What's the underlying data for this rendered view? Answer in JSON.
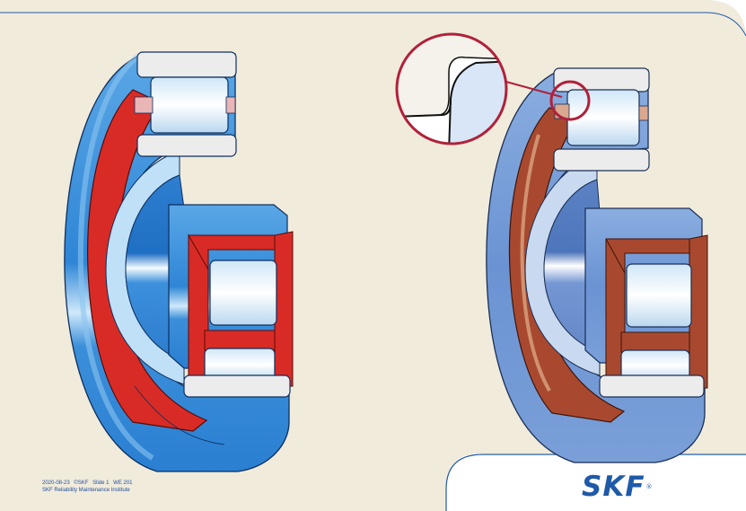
{
  "slide": {
    "background_color": "#f1ebdc",
    "accent_color": "#1f5aa8",
    "footer": {
      "date": "2020-08-23",
      "copyright": "©SKF",
      "slide_label": "Slide",
      "slide_number": "1",
      "course_code": "WE 201",
      "organization": "SKF Reliability Maintenance Institute"
    },
    "logo": {
      "text": "SKF",
      "registered_mark": "®"
    },
    "illustrations": [
      {
        "name": "cylindrical-roller-bearing-cutaway",
        "highlight_color": "#d92b25"
      },
      {
        "name": "cylindrical-roller-bearing-cutaway-detail",
        "highlight_color": "#a8492f",
        "callout": "magnified-flange-detail"
      }
    ]
  }
}
